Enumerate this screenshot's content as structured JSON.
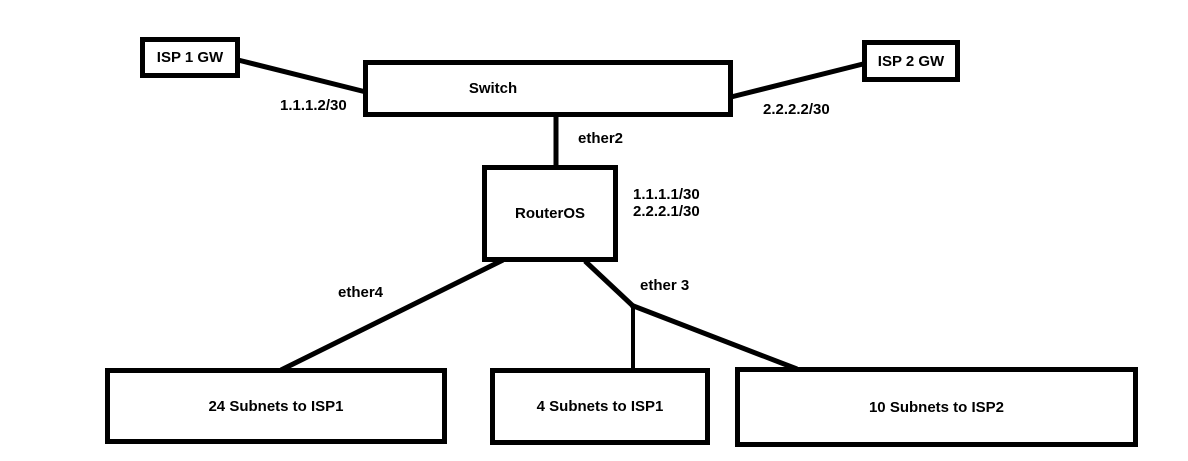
{
  "diagram": {
    "nodes": {
      "isp1_gw": {
        "label": "ISP 1 GW"
      },
      "isp2_gw": {
        "label": "ISP 2 GW"
      },
      "switch": {
        "label": "Switch"
      },
      "routeros": {
        "label": "RouterOS"
      },
      "subnets_24": {
        "label": "24 Subnets to ISP1"
      },
      "subnets_4": {
        "label": "4 Subnets to ISP1"
      },
      "subnets_10": {
        "label": "10 Subnets to ISP2"
      }
    },
    "edge_labels": {
      "isp1_link_ip": "1.1.1.2/30",
      "isp2_link_ip": "2.2.2.2/30",
      "switch_router_port": "ether2",
      "router_ip_1": "1.1.1.1/30",
      "router_ip_2": "2.2.2.1/30",
      "ether4_port": "ether4",
      "ether3_port": "ether 3"
    },
    "colors": {
      "line": "#000000",
      "box_border": "#000000",
      "box_fill": "#ffffff",
      "background": "#ffffff",
      "text": "#000000"
    }
  }
}
